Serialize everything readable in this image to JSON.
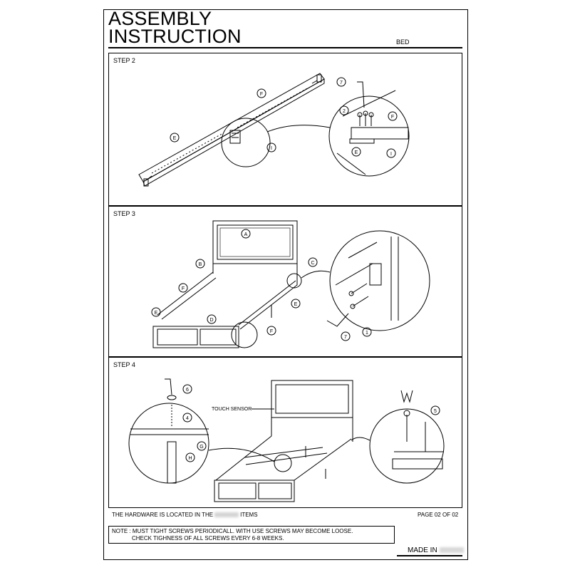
{
  "header": {
    "title_line1": "ASSEMBLY",
    "title_line2": "INSTRUCTION",
    "product": "BED"
  },
  "steps": [
    {
      "label": "STEP 2",
      "callouts": [
        "F",
        "E",
        "I",
        "7",
        "2",
        "F",
        "E",
        "I"
      ]
    },
    {
      "label": "STEP 3",
      "callouts": [
        "A",
        "B",
        "C",
        "F",
        "E",
        "D",
        "E",
        "F",
        "1",
        "7"
      ]
    },
    {
      "label": "STEP 4",
      "callouts": [
        "6",
        "4",
        "G",
        "H",
        "5"
      ],
      "touch_sensor_label": "TOUCH SENSOR"
    }
  ],
  "footer": {
    "hardware_text_before": "THE HARDWARE IS LOCATED IN THE",
    "hardware_text_after": "ITEMS",
    "page": "PAGE 02 OF 02",
    "note_line1": "NOTE : MUST TIGHT SCREWS PERIODICALL. WITH USE SCREWS MAY BECOME LOOSE.",
    "note_line2": "CHECK TIGHNESS OF ALL SCREWS EVERY 6-8 WEEKS.",
    "made_in": "MADE IN"
  }
}
